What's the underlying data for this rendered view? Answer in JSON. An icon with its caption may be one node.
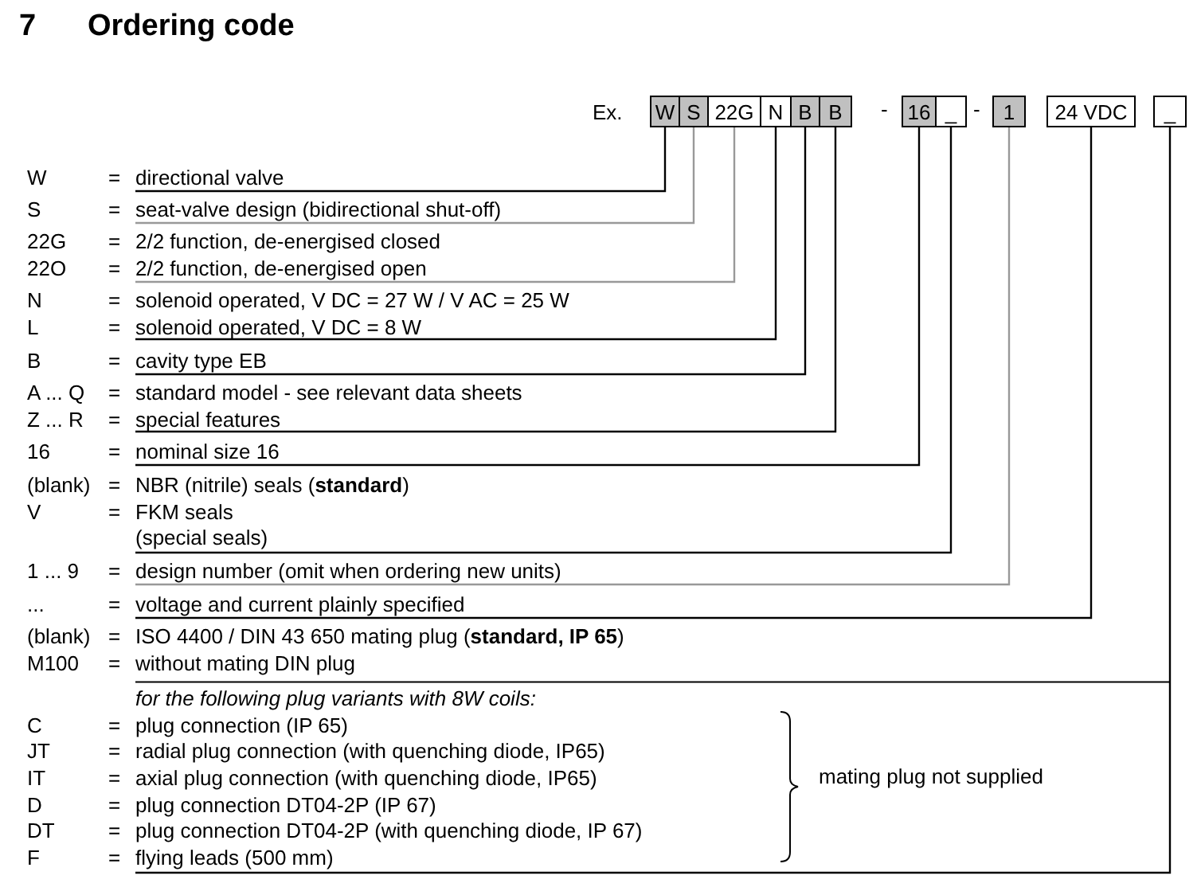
{
  "diagram": {
    "title": "Ordering code",
    "nodes": [
      {
        "text": [
          "W"
        ]
      },
      {
        "text": [
          "S"
        ]
      },
      {
        "text": [
          "22G"
        ]
      },
      {
        "text": [
          "N"
        ]
      },
      {
        "text": [
          "B"
        ]
      },
      {
        "text": [
          "B"
        ]
      },
      {
        "text": [
          "16"
        ]
      },
      {
        "text": [
          "_"
        ]
      },
      {
        "text": [
          "1"
        ]
      },
      {
        "text": [
          "24 VDC"
        ]
      },
      {
        "text": [
          "_"
        ]
      },
      {
        "text": [
          "W",
          "=",
          "directional valve"
        ]
      },
      {
        "text": [
          "S",
          "=",
          "seat-valve design (bidirectional shut-off)"
        ]
      },
      {
        "text": [
          "22G",
          "=",
          "2/2 function, de-energised closed",
          "22O",
          "=",
          "2/2 function, de-energised open"
        ]
      },
      {
        "text": [
          "N",
          "=",
          "solenoid operated, V DC = 27 W / V AC = 25 W",
          "L",
          "=",
          "solenoid operated, V DC = 8 W"
        ]
      },
      {
        "text": [
          "B",
          "=",
          "cavity type EB"
        ]
      },
      {
        "text": [
          "A ... Q",
          "=",
          "standard model - see relevant data sheets",
          "Z ... R",
          "=",
          "special features"
        ]
      },
      {
        "text": [
          "16",
          "=",
          "nominal size 16"
        ]
      },
      {
        "text": [
          "(blank)",
          "=",
          "NBR (nitrile) seals (**standard**)",
          "V",
          "=",
          "FKM seals",
          "(special seals)"
        ]
      },
      {
        "text": [
          "1 ... 9",
          "=",
          "design number (omit when ordering new units)"
        ]
      },
      {
        "text": [
          "...",
          "=",
          "voltage and current plainly specified"
        ]
      },
      {
        "text": [
          "(blank)",
          "=",
          "ISO 4400 / DIN 43 650 mating plug (**standard, IP 65**)",
          "M100",
          "=",
          "without mating DIN plug",
          "for the following plug variants with 8W coils:",
          "C",
          "=",
          "plug connection (IP 65)",
          "JT",
          "=",
          "radial plug connection (with quenching diode, IP65)",
          "IT",
          "=",
          "axial plug connection (with quenching diode, IP65)",
          "D",
          "=",
          "plug connection DT04-2P (IP 67)",
          "DT",
          "=",
          "plug connection DT04-2P (with quenching diode, IP 67)",
          "F",
          "=",
          "flying leads (500 mm)"
        ]
      }
    ],
    "edges": [
      {
        "from": 0,
        "to": 11,
        "arrow": "none"
      },
      {
        "from": 1,
        "to": 12,
        "arrow": "none",
        "color": "#999999"
      },
      {
        "from": 2,
        "to": 13,
        "arrow": "none",
        "color": "#999999"
      },
      {
        "from": 3,
        "to": 14,
        "arrow": "none"
      },
      {
        "from": 4,
        "to": 15,
        "arrow": "none"
      },
      {
        "from": 5,
        "to": 16,
        "arrow": "none"
      },
      {
        "from": 6,
        "to": 17,
        "arrow": "none"
      },
      {
        "from": 7,
        "to": 18,
        "arrow": "none"
      },
      {
        "from": 8,
        "to": 19,
        "arrow": "none",
        "color": "#999999"
      },
      {
        "from": 9,
        "to": 20,
        "arrow": "none"
      },
      {
        "from": 10,
        "to": 21,
        "arrow": "none"
      }
    ],
    "labels": [
      "7",
      "Ex.",
      "-",
      "-",
      "mating plug not supplied"
    ]
  }
}
